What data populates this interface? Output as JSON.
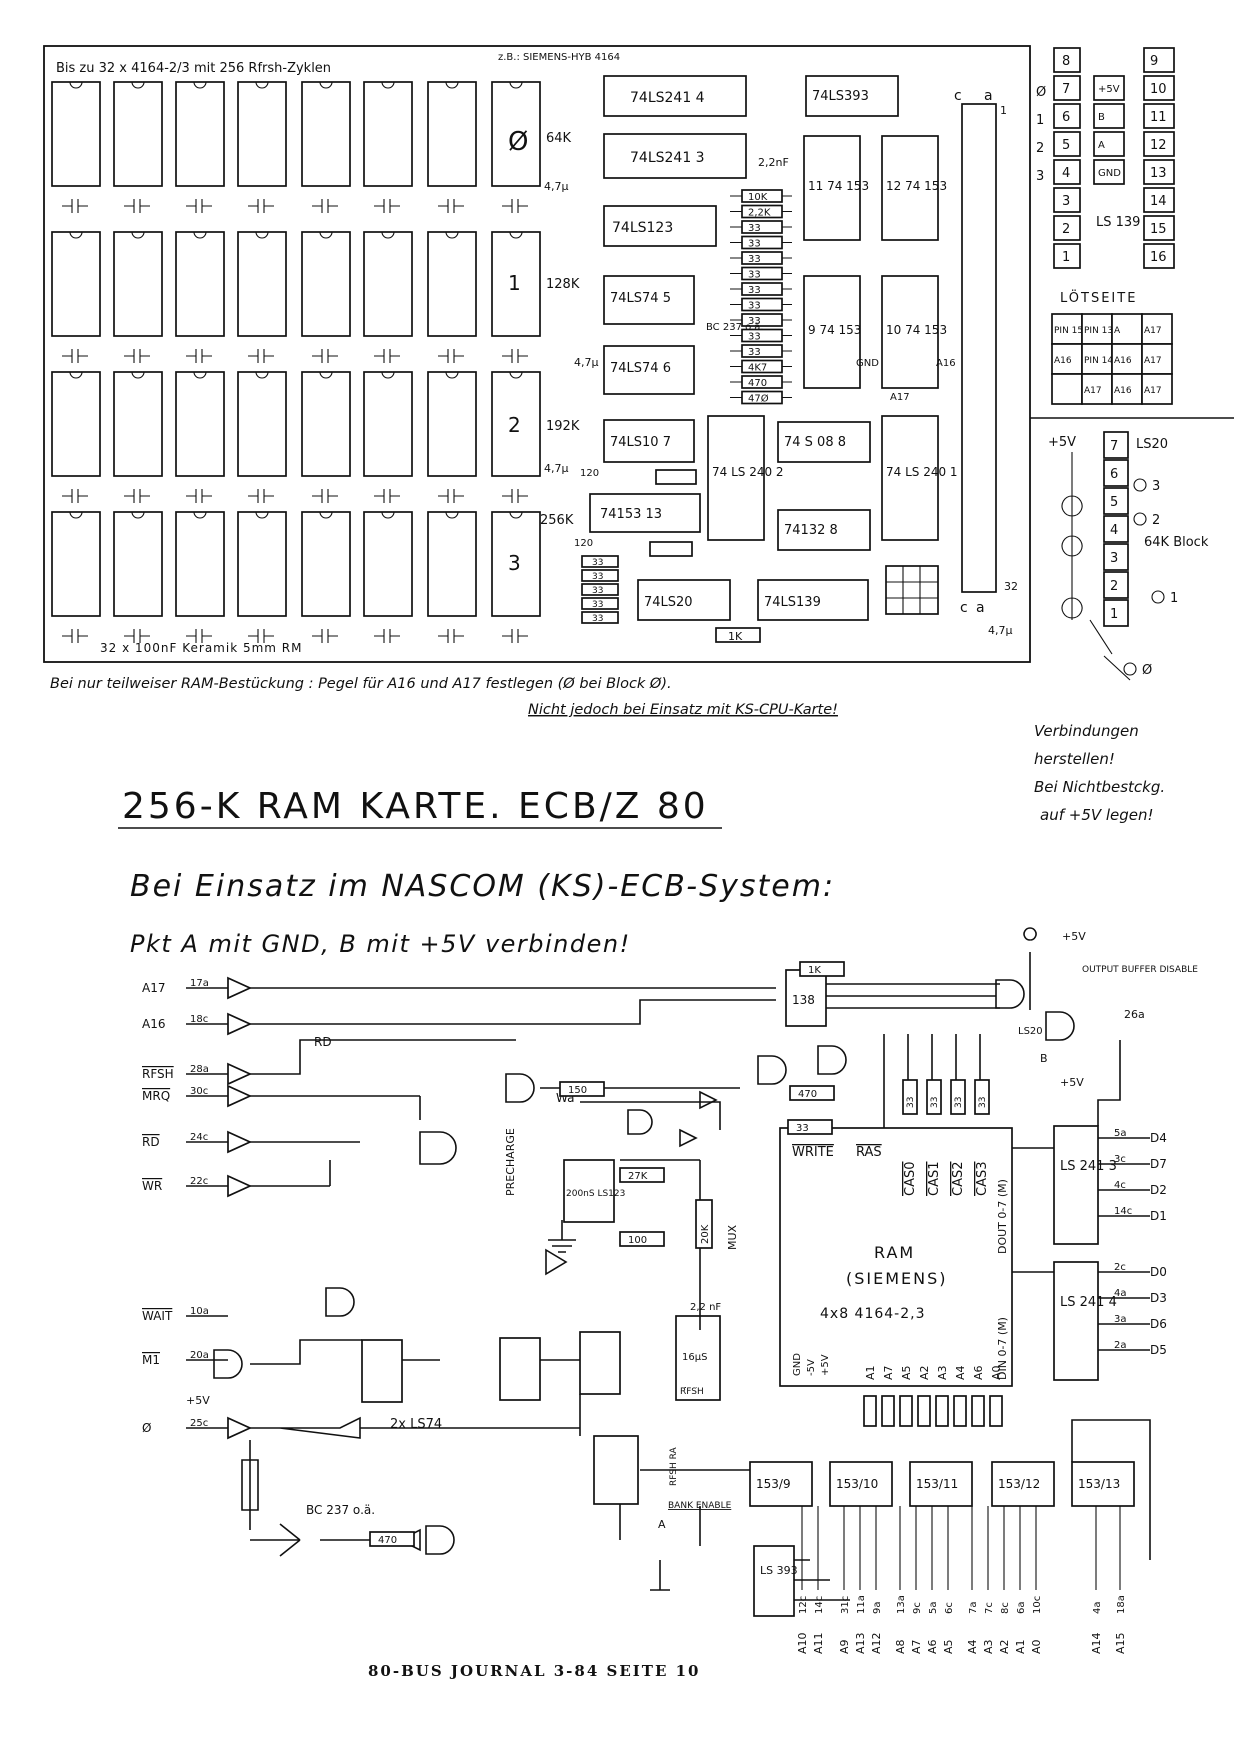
{
  "board": {
    "header_note": "Bis zu 32 x 4164-2/3 mit 256 Rfrsh-Zyklen",
    "header_note_2": "z.B.: SIEMENS-HYB 4164",
    "bank_labels": [
      "Ø",
      "1",
      "2",
      "3"
    ],
    "bank_sizes": [
      "64K",
      "128K",
      "192K",
      "256K"
    ],
    "cap_note": "32 x 100nF Keramik 5mm RM",
    "cap_47": "4,7µ",
    "ics": {
      "u4": "74LS241 4",
      "u3": "74LS241 3",
      "u_123": "74LS123",
      "u5": "74LS74 5",
      "u6": "74LS74 6",
      "u7": "74LS10 7",
      "u13": "74153 13",
      "u_393": "74LS393",
      "u11": "11 74 153",
      "u12": "12 74 153",
      "u9": "9 74 153",
      "u10": "10 74 153",
      "u2": "74 LS 240 2",
      "u1": "74 LS 240 1",
      "u8": "74 S 08 8",
      "u_132": "74132 8",
      "u_ls20": "74LS20",
      "u_ls139": "74LS139"
    },
    "resistor_pack": [
      "10K",
      "2,2K",
      "33",
      "33",
      "33",
      "33",
      "33",
      "33",
      "33",
      "33",
      "33",
      "4K7",
      "470",
      "47Ø"
    ],
    "res_150": "150",
    "res_100": "100",
    "res_1k": "1K",
    "cap_22nf": "2,2nF",
    "cap_120": "120",
    "bc237": "BC 237 o.ä.",
    "gnd_label": "GND",
    "a16_label": "A16",
    "a17_label": "A17",
    "conn_c": "c",
    "conn_a": "a",
    "conn_1": "1",
    "conn_32": "32"
  },
  "dip_switch": {
    "left_col": [
      "8",
      "7",
      "6",
      "5",
      "4",
      "3",
      "2",
      "1"
    ],
    "left_idx": [
      "Ø",
      "1",
      "2",
      "3"
    ],
    "mid_col": [
      "+5V",
      "B",
      "A",
      "GND"
    ],
    "right_col": [
      "9",
      "10",
      "11",
      "12",
      "13",
      "14",
      "15",
      "16"
    ],
    "ls139": "LS 139",
    "loetseite": "LÖTSEITE",
    "pin_table": [
      [
        "PIN 15",
        "PIN 13",
        "A",
        "A17"
      ],
      [
        "A16",
        "PIN 14",
        "A16",
        "A17"
      ],
      [
        "",
        "A17",
        "A16",
        "A17"
      ]
    ]
  },
  "jumper": {
    "plus5v": "+5V",
    "ls20": "LS20",
    "pins": [
      "7",
      "6",
      "5",
      "4",
      "3",
      "2",
      "1"
    ],
    "block_labels": [
      "3",
      "2",
      "1",
      "Ø"
    ],
    "block_title": "64K Block"
  },
  "notes": {
    "partial": "Bei nur teilweiser RAM-Bestückung : Pegel für A16 und A17 festlegen (Ø bei Block Ø).",
    "not_ks": "Nicht jedoch bei Einsatz mit KS-CPU-Karte!",
    "connect": "Verbindungen herstellen! Bei Nichtbestckg. auf +5V legen!"
  },
  "title": "256-K RAM KARTE. ECB/Z 80",
  "subtitle": "Bei Einsatz im NASCOM (KS)-ECB-System:",
  "instruction": "Pkt A mit GND, B mit +5V verbinden!",
  "schematic": {
    "inputs": [
      {
        "name": "A17",
        "pin": "17a"
      },
      {
        "name": "A16",
        "pin": "18c"
      },
      {
        "name": "RFSH",
        "pin": "28a"
      },
      {
        "name": "MRQ",
        "pin": "30c"
      },
      {
        "name": "RD",
        "pin": "24c"
      },
      {
        "name": "WR",
        "pin": "22c"
      },
      {
        "name": "WAIT",
        "pin": "10a"
      },
      {
        "name": "M1",
        "pin": "20a"
      },
      {
        "name": "Ø",
        "pin": "25c"
      }
    ],
    "rd": "RD",
    "wa": "Wa",
    "precharge": "PRECHARGE",
    "mux": "MUX",
    "write": "WRITE",
    "ras": "RAS",
    "cas": [
      "CAS0",
      "CAS1",
      "CAS2",
      "CAS3"
    ],
    "dout": "DOUT 0-7 (M)",
    "din": "DIN 0-7 (M)",
    "ram_title": "RAM",
    "ram_maker": "(SIEMENS)",
    "ram_type": "4x8 4164-2,3",
    "ram_pwr": [
      "GND",
      "-5V",
      "+5V"
    ],
    "addr_pins": [
      "A1",
      "A7",
      "A5",
      "A2",
      "A3",
      "A4",
      "A6",
      "A0"
    ],
    "ls123_label": "200nS LS123",
    "ls138": "138",
    "ls20": "LS20",
    "ls241_top": "LS 241 3",
    "ls241_bot": "LS 241 4",
    "dbus_top": [
      [
        "5a",
        "D4"
      ],
      [
        "3c",
        "D7"
      ],
      [
        "4c",
        "D2"
      ],
      [
        "14c",
        "D1"
      ]
    ],
    "dbus_bot": [
      [
        "2c",
        "D0"
      ],
      [
        "4a",
        "D3"
      ],
      [
        "3a",
        "D6"
      ],
      [
        "2a",
        "D5"
      ]
    ],
    "output_buffer": "OUTPUT BUFFER DISABLE",
    "out_26a": "26a",
    "res_vals": [
      "470",
      "33",
      "33",
      "33",
      "33",
      "33",
      "27K",
      "20K",
      "100",
      "120",
      "150",
      "1K",
      "470"
    ],
    "r_33": "33",
    "cap_22": "2,2 nF",
    "ff_label": "2x LS74",
    "mono_16": "16µS",
    "rfsh_lbl": "RFSH",
    "rfsh_ra": "RFSH RA",
    "bank_enable": "BANK ENABLE",
    "ls393": "LS 393",
    "mux_chips": [
      "153/9",
      "153/10",
      "153/11",
      "153/12",
      "153/13"
    ],
    "addr_bus_labels": [
      "A10",
      "A11",
      "A9",
      "A13",
      "A12",
      "A8",
      "A7",
      "A6",
      "A5",
      "A4",
      "A3",
      "A2",
      "A1",
      "A0",
      "A14",
      "A15"
    ],
    "addr_bus_pins": [
      "12c",
      "14c",
      "31c",
      "11a",
      "9a",
      "13a",
      "9c",
      "5a",
      "6c",
      "7a",
      "7c",
      "8c",
      "6a",
      "10c",
      "4a",
      "18a"
    ],
    "plus5v": "+5V",
    "pt_a": "A",
    "pt_b": "B",
    "bc237": "BC 237 o.ä."
  },
  "footer": "80-BUS JOURNAL 3-84 SEITE 10"
}
